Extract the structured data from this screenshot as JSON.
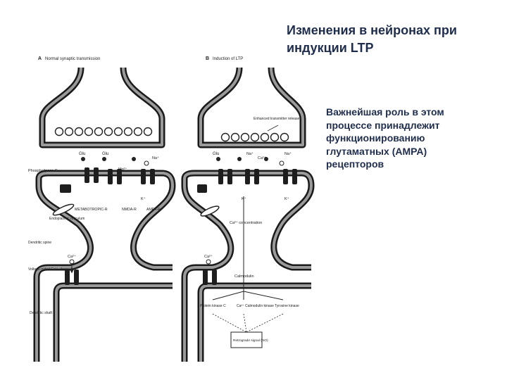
{
  "slide": {
    "title_lines": [
      "Изменения в нейронах при",
      "индукции LTP"
    ],
    "body_lines": [
      "Важнейшая роль в этом",
      "процессе принадлежит",
      "функционированию",
      "глутаматных (AMPA)",
      "рецепторов"
    ]
  },
  "figure": {
    "panel_a": {
      "letter": "A",
      "caption": "Normal synaptic transmission",
      "labels": {
        "glu": "Glu",
        "mg": "Mg²⁺",
        "na": "Na⁺",
        "k": "K⁺",
        "phospholipase": "Phospholipase C",
        "metabotropic": "METABOTROPIC-R",
        "nmda": "NMDA-R",
        "ampa": "AMPA-R",
        "er": "Endoplasmic reticulum",
        "spine": "Dendritic spine",
        "ca": "Ca²⁺",
        "vgcc": "Voltage-gated Ca²⁺ channel",
        "shaft": "Dendritic shaft"
      }
    },
    "panel_b": {
      "letter": "B",
      "caption": "Induction of LTP",
      "labels": {
        "retrograde": "Enhanced transmitter release",
        "glu": "Glu",
        "na": "Na⁺",
        "ca": "Ca²⁺",
        "k": "K⁺",
        "ca_conc": "Ca²⁺ concentration",
        "calmodulin": "Calmodulin",
        "pkc": "Protein kinase C",
        "camk": "Ca²⁺ Calmodulin kinase",
        "tyrosine": "Tyrosine kinase",
        "retro_msg": "Retrograde signal (NO)"
      }
    }
  }
}
